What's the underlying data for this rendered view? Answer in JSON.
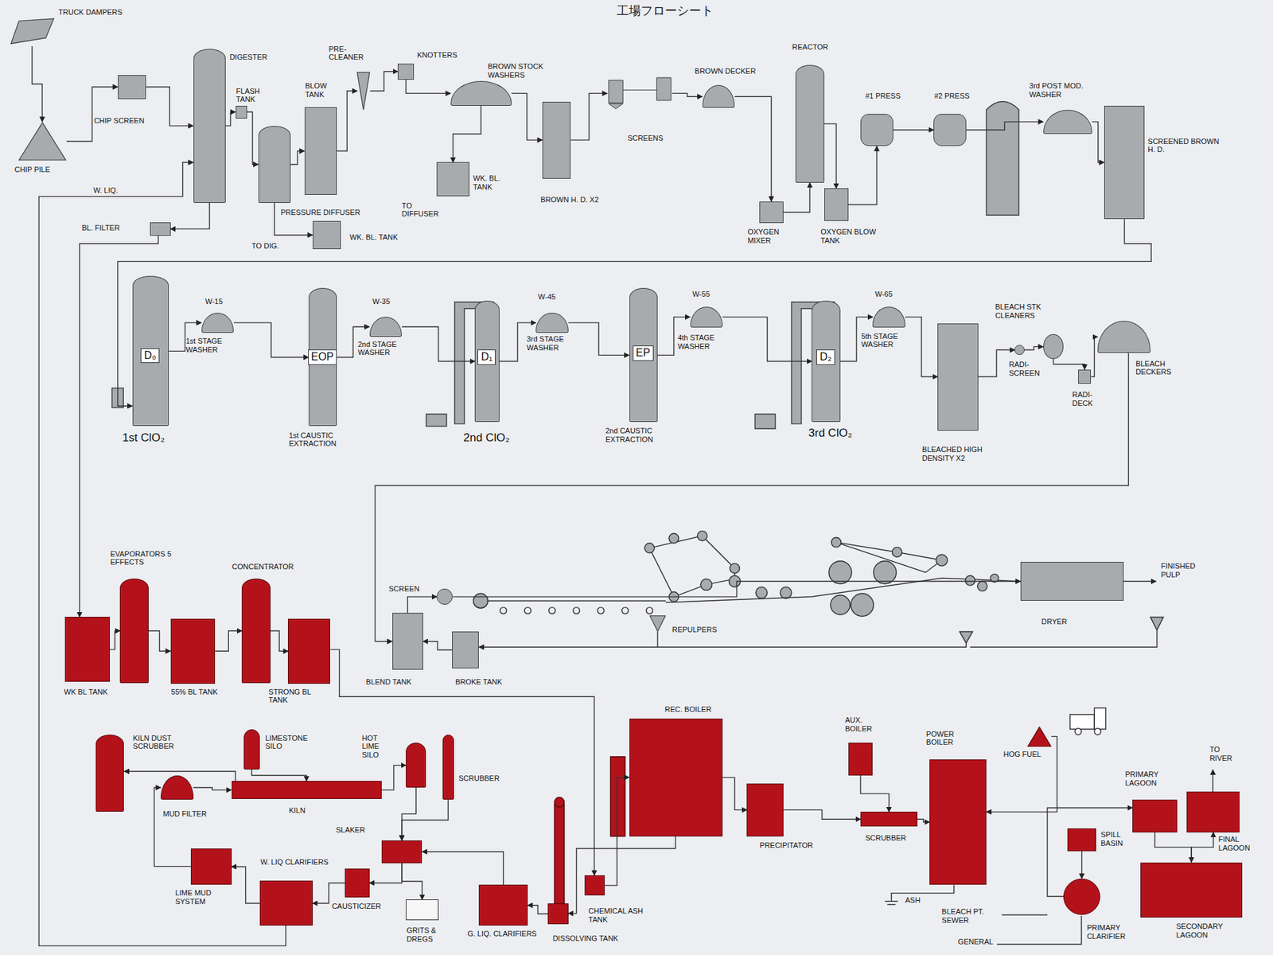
{
  "diagram": {
    "title": "工場フローシート",
    "nodes": [
      {
        "text": [
          "TRUCK DAMPERS"
        ]
      },
      {
        "text": [
          "CHIP PILE"
        ]
      },
      {
        "text": [
          "CHIP SCREEN"
        ]
      },
      {
        "text": [
          "DIGESTER"
        ]
      },
      {
        "text": [
          "FLASH TANK"
        ]
      },
      {
        "text": [
          "PRESSURE DIFFUSER"
        ]
      },
      {
        "text": [
          "BLOW TANK"
        ]
      },
      {
        "text": [
          "PRE- CLEANER"
        ]
      },
      {
        "text": [
          "KNOTTERS"
        ]
      },
      {
        "text": [
          "BROWN STOCK WASHERS"
        ]
      },
      {
        "text": [
          "WK. BL. TANK"
        ]
      },
      {
        "text": [
          "BROWN H. D. X2"
        ]
      },
      {
        "text": [
          "SCREENS"
        ]
      },
      {
        "text": [
          "BROWN DECKER"
        ]
      },
      {
        "text": [
          "REACTOR"
        ]
      },
      {
        "text": [
          "OXYGEN MIXER"
        ]
      },
      {
        "text": [
          "OXYGEN BLOW TANK"
        ]
      },
      {
        "text": [
          "#1 PRESS"
        ]
      },
      {
        "text": [
          "#2 PRESS"
        ]
      },
      {
        "text": [
          "3rd POST MOD. WASHER"
        ]
      },
      {
        "text": [
          "SCREENED BROWN H. D."
        ]
      },
      {
        "text": [
          "BL. FILTER"
        ]
      },
      {
        "text": [
          "WK. BL. TANK"
        ]
      },
      {
        "text": [
          "D₀",
          "1st ClO₂"
        ]
      },
      {
        "text": [
          "W-15",
          "1st STAGE WASHER"
        ]
      },
      {
        "text": [
          "EOP",
          "1st CAUSTIC EXTRACTION"
        ]
      },
      {
        "text": [
          "W-35",
          "2nd STAGE WASHER"
        ]
      },
      {
        "text": [
          "D₁",
          "2nd ClO₂"
        ]
      },
      {
        "text": [
          "W-45",
          "3rd STAGE WASHER"
        ]
      },
      {
        "text": [
          "EP",
          "2nd CAUSTIC EXTRACTION"
        ]
      },
      {
        "text": [
          "W-55",
          "4th STAGE WASHER"
        ]
      },
      {
        "text": [
          "D₂",
          "3rd ClO₂"
        ]
      },
      {
        "text": [
          "W-65",
          "5th STAGE WASHER"
        ]
      },
      {
        "text": [
          "BLEACHED HIGH DENSITY X2"
        ]
      },
      {
        "text": [
          "RADI- SCREEN"
        ]
      },
      {
        "text": [
          "BLEACH STK CLEANERS"
        ]
      },
      {
        "text": [
          "RADI- DECK"
        ]
      },
      {
        "text": [
          "BLEACH DECKERS"
        ]
      },
      {
        "text": [
          "SCREEN"
        ]
      },
      {
        "text": [
          "BLEND TANK"
        ]
      },
      {
        "text": [
          "BROKE TANK"
        ]
      },
      {
        "text": [
          "REPULPERS"
        ]
      },
      {
        "text": [
          "DRYER"
        ]
      },
      {
        "text": [
          "WK BL TANK"
        ]
      },
      {
        "text": [
          "EVAPORATORS 5 EFFECTS"
        ]
      },
      {
        "text": [
          "55% BL TANK"
        ]
      },
      {
        "text": [
          "CONCENTRATOR"
        ]
      },
      {
        "text": [
          "STRONG BL TANK"
        ]
      },
      {
        "text": [
          "KILN DUST SCRUBBER"
        ]
      },
      {
        "text": [
          "LIMESTONE SILO"
        ]
      },
      {
        "text": [
          "MUD FILTER"
        ]
      },
      {
        "text": [
          "KILN"
        ]
      },
      {
        "text": [
          "HOT LIME SILO"
        ]
      },
      {
        "text": [
          "SCRUBBER"
        ]
      },
      {
        "text": [
          "SLAKER"
        ]
      },
      {
        "text": [
          "LIME MUD SYSTEM"
        ]
      },
      {
        "text": [
          "W. LIQ CLARIFIERS"
        ]
      },
      {
        "text": [
          "CAUSTICIZER"
        ]
      },
      {
        "text": [
          "GRITS & DREGS"
        ]
      },
      {
        "text": [
          "G. LIQ. CLARIFIERS"
        ]
      },
      {
        "text": [
          "DISSOLVING TANK"
        ]
      },
      {
        "text": [
          "CHEMICAL ASH TANK"
        ]
      },
      {
        "text": [
          "REC. BOILER"
        ]
      },
      {
        "text": [
          "PRECIPITATOR"
        ]
      },
      {
        "text": [
          "AUX. BOILER"
        ]
      },
      {
        "text": [
          "SCRUBBER"
        ]
      },
      {
        "text": [
          "POWER BOILER"
        ]
      },
      {
        "text": [
          "HOG FUEL"
        ]
      },
      {
        "text": [
          "SPILL BASIN"
        ]
      },
      {
        "text": [
          "PRIMARY CLARIFIER"
        ]
      },
      {
        "text": [
          "PRIMARY LAGOON"
        ]
      },
      {
        "text": [
          "FINAL LAGOON"
        ]
      },
      {
        "text": [
          "SECONDARY LAGOON"
        ]
      }
    ],
    "edges": [
      {
        "from": 0,
        "to": 1,
        "arrow": "to"
      },
      {
        "from": 1,
        "to": 2,
        "arrow": "to"
      },
      {
        "from": 2,
        "to": 3,
        "arrow": "to"
      },
      {
        "from": 3,
        "to": 4,
        "arrow": "to"
      },
      {
        "from": 4,
        "to": 5,
        "arrow": "to"
      },
      {
        "from": 5,
        "to": 6,
        "arrow": "to"
      },
      {
        "from": 6,
        "to": 7,
        "arrow": "to"
      },
      {
        "from": 7,
        "to": 8,
        "arrow": "to"
      },
      {
        "from": 8,
        "to": 9,
        "arrow": "to"
      },
      {
        "from": 9,
        "to": 10,
        "arrow": "to"
      },
      {
        "from": 9,
        "to": 11,
        "arrow": "to"
      },
      {
        "from": 11,
        "to": 12,
        "arrow": "to"
      },
      {
        "from": 12,
        "to": 13,
        "arrow": "to"
      },
      {
        "from": 13,
        "to": 15,
        "arrow": "to"
      },
      {
        "from": 15,
        "to": 14,
        "arrow": "to"
      },
      {
        "from": 14,
        "to": 16,
        "arrow": "to"
      },
      {
        "from": 16,
        "to": 17,
        "arrow": "to"
      },
      {
        "from": 17,
        "to": 18,
        "arrow": "to"
      },
      {
        "from": 18,
        "to": 19,
        "arrow": "to"
      },
      {
        "from": 19,
        "to": 20,
        "arrow": "to"
      },
      {
        "from": 20,
        "to": 23,
        "arrow": "to"
      },
      {
        "from": 3,
        "to": 21,
        "arrow": "to"
      },
      {
        "from": 5,
        "to": 22,
        "arrow": "to"
      },
      {
        "from": 23,
        "to": 24,
        "arrow": "to"
      },
      {
        "from": 24,
        "to": 25,
        "arrow": "to"
      },
      {
        "from": 25,
        "to": 26,
        "arrow": "to"
      },
      {
        "from": 26,
        "to": 27,
        "arrow": "to"
      },
      {
        "from": 27,
        "to": 28,
        "arrow": "to"
      },
      {
        "from": 28,
        "to": 29,
        "arrow": "to"
      },
      {
        "from": 29,
        "to": 30,
        "arrow": "to"
      },
      {
        "from": 30,
        "to": 31,
        "arrow": "to"
      },
      {
        "from": 31,
        "to": 32,
        "arrow": "to"
      },
      {
        "from": 32,
        "to": 33,
        "arrow": "to"
      },
      {
        "from": 33,
        "to": 34,
        "arrow": "to"
      },
      {
        "from": 34,
        "to": 35,
        "arrow": "to"
      },
      {
        "from": 35,
        "to": 36,
        "arrow": "to"
      },
      {
        "from": 36,
        "to": 37,
        "arrow": "to"
      },
      {
        "from": 37,
        "to": 39,
        "arrow": "to"
      },
      {
        "from": 39,
        "to": 38,
        "arrow": "to"
      },
      {
        "from": 40,
        "to": 39,
        "arrow": "to"
      },
      {
        "from": 38,
        "to": 42,
        "arrow": "to"
      },
      {
        "from": 41,
        "to": 40,
        "arrow": "to"
      },
      {
        "from": 21,
        "to": 43,
        "arrow": "to"
      },
      {
        "from": 43,
        "to": 44,
        "arrow": "to"
      },
      {
        "from": 44,
        "to": 45,
        "arrow": "to"
      },
      {
        "from": 45,
        "to": 46,
        "arrow": "to"
      },
      {
        "from": 46,
        "to": 47,
        "arrow": "to"
      },
      {
        "from": 47,
        "to": 61,
        "arrow": "to"
      },
      {
        "from": 61,
        "to": 62,
        "arrow": "to"
      },
      {
        "from": 62,
        "to": 63,
        "arrow": "to"
      },
      {
        "from": 63,
        "to": 65,
        "arrow": "to"
      },
      {
        "from": 64,
        "to": 65,
        "arrow": "to"
      },
      {
        "from": 65,
        "to": 66,
        "arrow": "to"
      },
      {
        "from": 67,
        "to": 66,
        "arrow": "to"
      },
      {
        "from": 62,
        "to": 60,
        "arrow": "to"
      },
      {
        "from": 60,
        "to": 59,
        "arrow": "to"
      },
      {
        "from": 59,
        "to": 54,
        "arrow": "to"
      },
      {
        "from": 52,
        "to": 54,
        "arrow": "to"
      },
      {
        "from": 53,
        "to": 54,
        "arrow": "to"
      },
      {
        "from": 49,
        "to": 51,
        "arrow": "to"
      },
      {
        "from": 50,
        "to": 51,
        "arrow": "to"
      },
      {
        "from": 51,
        "to": 52,
        "arrow": "to"
      },
      {
        "from": 51,
        "to": 48,
        "arrow": "to"
      },
      {
        "from": 55,
        "to": 50,
        "arrow": "to"
      },
      {
        "from": 56,
        "to": 55,
        "arrow": "to"
      },
      {
        "from": 57,
        "to": 56,
        "arrow": "to"
      },
      {
        "from": 54,
        "to": 57,
        "arrow": "to"
      },
      {
        "from": 54,
        "to": 58,
        "arrow": "to"
      },
      {
        "from": 56,
        "to": 3,
        "arrow": "to"
      },
      {
        "from": 68,
        "to": 69,
        "arrow": "to"
      },
      {
        "from": 69,
        "to": 70,
        "arrow": "to"
      },
      {
        "from": 70,
        "to": 72,
        "arrow": "to"
      },
      {
        "from": 72,
        "to": 71,
        "arrow": "to"
      }
    ],
    "labels": [
      "W. LIQ.",
      "TO DIFFUSER",
      "TO DIG.",
      "FINISHED PULP",
      "ASH",
      "BLEACH PT. SEWER",
      "GENERAL",
      "TO RIVER"
    ]
  }
}
